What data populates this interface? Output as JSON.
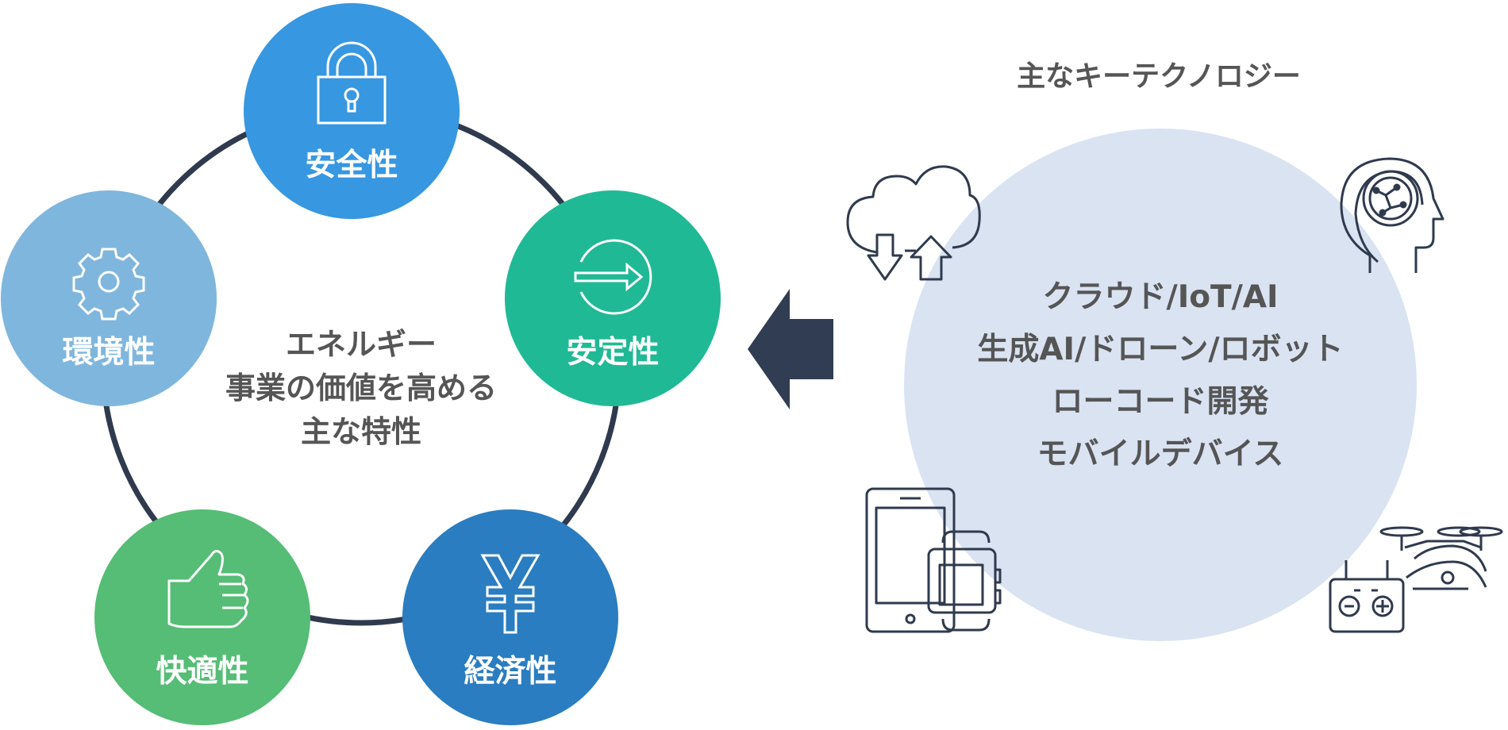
{
  "left_cycle": {
    "center_lines": [
      "エネルギー",
      "事業の価値を高める",
      "主な特性"
    ],
    "nodes": [
      {
        "id": "safety",
        "label": "安全性",
        "icon": "lock-icon",
        "color": "#3797e1"
      },
      {
        "id": "stability",
        "label": "安定性",
        "icon": "arrow-right-circle-icon",
        "color": "#20b995"
      },
      {
        "id": "economy",
        "label": "経済性",
        "icon": "yen-icon",
        "color": "#2a7dc0"
      },
      {
        "id": "comfort",
        "label": "快適性",
        "icon": "thumbs-up-icon",
        "color": "#55bd75"
      },
      {
        "id": "environment",
        "label": "環境性",
        "icon": "gear-icon",
        "color": "#7fb6dd"
      }
    ],
    "ring_color": "#2f3a4e"
  },
  "arrow": {
    "icon": "left-arrow-icon",
    "color": "#313d52"
  },
  "right_panel": {
    "heading": "主なキーテクノロジー",
    "circle_color": "#d9e3f2",
    "lines": [
      "クラウド/IoT/AI",
      "生成AI/ドローン/ロボット",
      "ローコード開発",
      "モバイルデバイス"
    ],
    "icons": [
      "cloud-sync-icon",
      "ai-head-icon",
      "smartphone-watch-icon",
      "drone-controller-icon"
    ]
  }
}
